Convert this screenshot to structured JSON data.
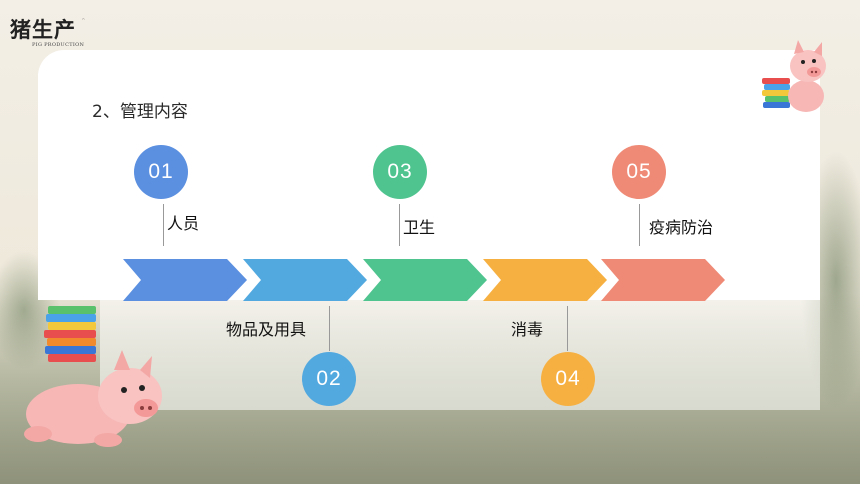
{
  "brand": {
    "name_cn": "猪生产",
    "name_en": "PIG PRODUCTION"
  },
  "section_title": "2、管理内容",
  "steps": [
    {
      "num": "01",
      "label": "人员",
      "color": "#5b8fe0"
    },
    {
      "num": "02",
      "label": "物品及用具",
      "color": "#52a9e0"
    },
    {
      "num": "03",
      "label": "卫生",
      "color": "#4fc48f"
    },
    {
      "num": "04",
      "label": "消毒",
      "color": "#f6b042"
    },
    {
      "num": "05",
      "label": "疫病防治",
      "color": "#ef8a76"
    }
  ]
}
